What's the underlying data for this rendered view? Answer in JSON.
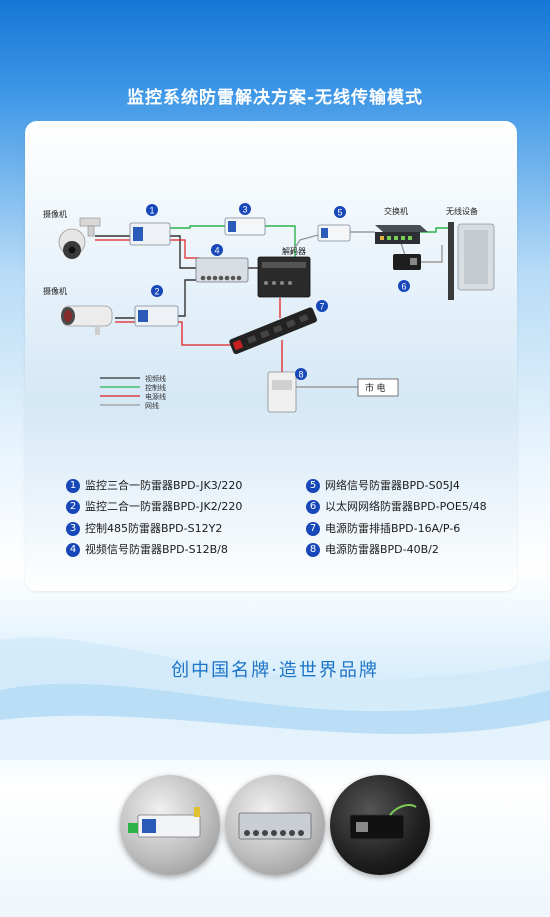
{
  "title": "监控系统防雷解决方案-无线传输模式",
  "diagram": {
    "labels": {
      "camera1": "摄像机",
      "camera2": "摄像机",
      "switch": "交换机",
      "wireless": "无线设备",
      "decoder": "解码器",
      "mains": "市 电"
    },
    "badges": [
      "1",
      "2",
      "3",
      "4",
      "5",
      "6",
      "7",
      "8"
    ],
    "line_legend": [
      {
        "label": "视频线",
        "color": "#333333"
      },
      {
        "label": "控制线",
        "color": "#2bb34a"
      },
      {
        "label": "电源线",
        "color": "#e02020"
      },
      {
        "label": "网线",
        "color": "#9a9a9a"
      }
    ],
    "colors": {
      "badge": "#1747b8",
      "video_line": "#333333",
      "control_line": "#2bb34a",
      "power_line": "#e02020",
      "network_line": "#9a9a9a"
    }
  },
  "products_legend": [
    {
      "num": "1",
      "text": "监控三合一防雷器BPD-JK3/220"
    },
    {
      "num": "2",
      "text": "监控二合一防雷器BPD-JK2/220"
    },
    {
      "num": "3",
      "text": "控制485防雷器BPD-S12Y2"
    },
    {
      "num": "4",
      "text": "视频信号防雷器BPD-S12B/8"
    },
    {
      "num": "5",
      "text": "网络信号防雷器BPD-S05J4"
    },
    {
      "num": "6",
      "text": "以太网网络防雷器BPD-POE5/48"
    },
    {
      "num": "7",
      "text": "电源防雷排插BPD-16A/P-6"
    },
    {
      "num": "8",
      "text": "电源防雷器BPD-40B/2"
    }
  ],
  "slogan": "创中国名牌·造世界品牌",
  "product_images": [
    "surge-protector-jk3",
    "video-protector-s12b8",
    "poe-protector"
  ]
}
